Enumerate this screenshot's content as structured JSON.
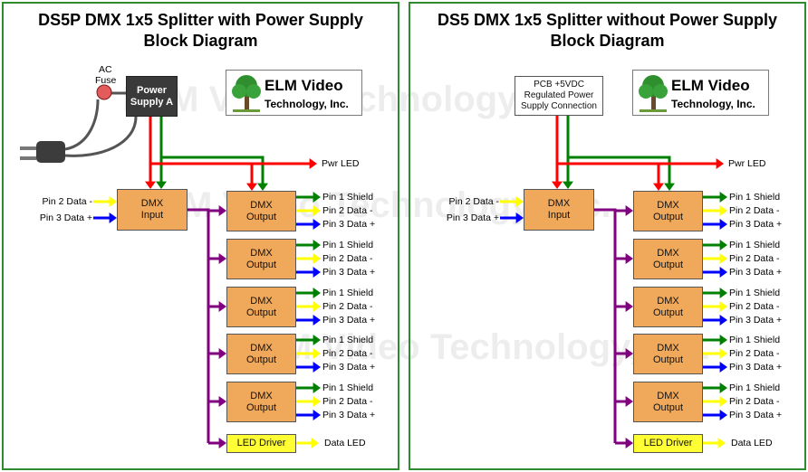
{
  "left": {
    "title_line1": "DS5P DMX 1x5 Splitter with Power Supply",
    "title_line2": "Block Diagram",
    "ac_fuse_line1": "AC",
    "ac_fuse_line2": "Fuse",
    "power_supply_line1": "Power",
    "power_supply_line2": "Supply A"
  },
  "right": {
    "title_line1": "DS5 DMX 1x5 Splitter without Power Supply",
    "title_line2": "Block Diagram",
    "pcb_line1": "PCB +5VDC",
    "pcb_line2": "Regulated Power",
    "pcb_line3": "Supply Connection"
  },
  "logo": {
    "name": "ELM Video",
    "sub": "Technology, Inc."
  },
  "watermark": "ELM Video Technology, Inc.",
  "labels": {
    "pin2_in": "Pin 2 Data -",
    "pin3_in": "Pin 3 Data +",
    "pwr_led": "Pwr LED",
    "dmx": "DMX",
    "input": "Input",
    "output": "Output",
    "pin1_shield": "Pin 1 Shield",
    "pin2_out": "Pin 2 Data -",
    "pin3_out": "Pin 3 Data +",
    "led_driver": "LED Driver",
    "data_led": "Data LED"
  },
  "colors": {
    "panel_border": "#2e8b2e",
    "power_red": "#ff0000",
    "ground_green": "#008000",
    "data_yellow": "#ffff00",
    "data_blue": "#0000ff",
    "bus_purple": "#800080",
    "box_orange": "#f0a85a",
    "led_yellow": "#ffff33"
  }
}
